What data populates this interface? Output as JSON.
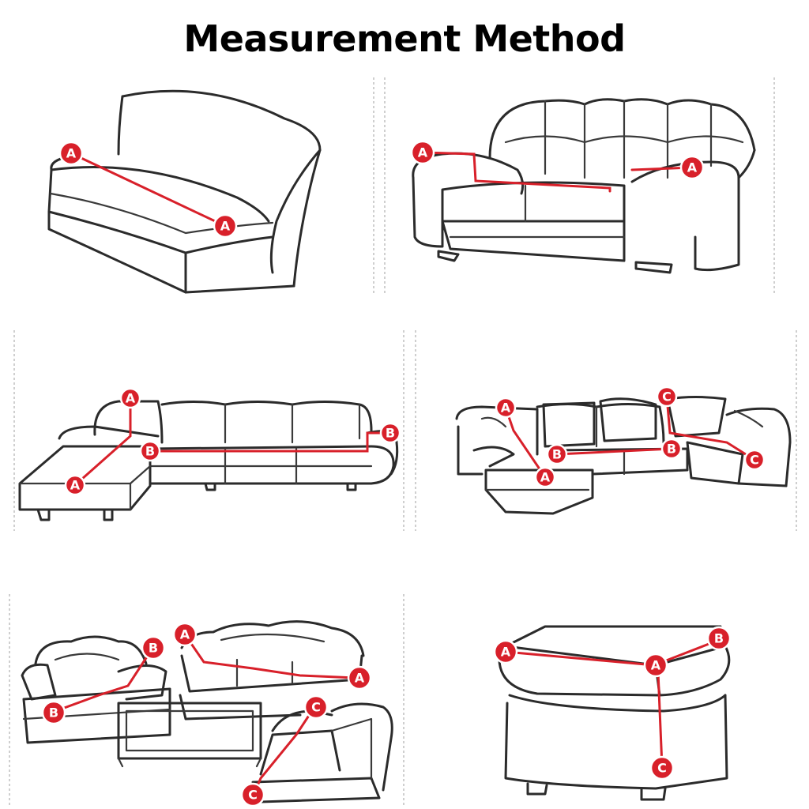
{
  "title": "Measurement Method",
  "panels": [
    {
      "id": "armless-sofa",
      "markers": [
        "A",
        "A"
      ]
    },
    {
      "id": "two-seat-sofa",
      "markers": [
        "A",
        "A"
      ]
    },
    {
      "id": "l-shape-sectional",
      "markers": [
        "A",
        "A",
        "B",
        "B"
      ]
    },
    {
      "id": "u-shape-sectional",
      "markers": [
        "A",
        "A",
        "B",
        "B",
        "C",
        "C"
      ]
    },
    {
      "id": "living-room-set",
      "markers": [
        "A",
        "A",
        "B",
        "B",
        "C",
        "C"
      ]
    },
    {
      "id": "ottoman",
      "markers": [
        "A",
        "A",
        "B",
        "C"
      ]
    }
  ],
  "colors": {
    "accent": "#d8202a",
    "outline": "#2b2b2b"
  }
}
